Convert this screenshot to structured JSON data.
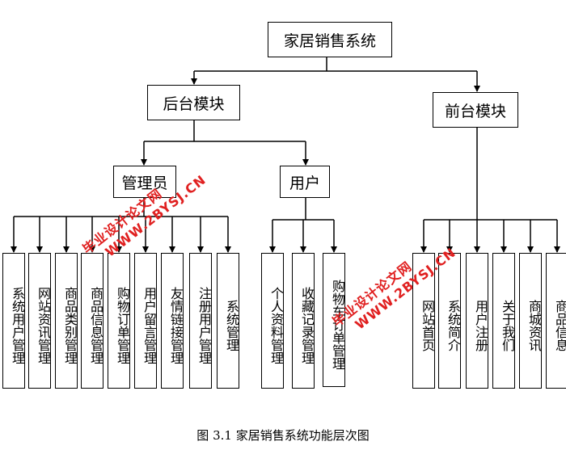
{
  "root": "家居销售系统",
  "backend": {
    "label": "后台模块",
    "groups": [
      {
        "label": "管理员",
        "items": [
          "系统用户管理",
          "网站资讯管理",
          "商品类别管理",
          "商品信息管理",
          "购物订单管理",
          "用户留言管理",
          "友情链接管理",
          "注册用户管理",
          "系统管理"
        ]
      },
      {
        "label": "用户",
        "items": [
          "个人资料管理",
          "收藏记录管理",
          "购物车订单管理"
        ]
      }
    ]
  },
  "frontend": {
    "label": "前台模块",
    "items": [
      "网站首页",
      "系统简介",
      "用户注册",
      "关于我们",
      "商城资讯",
      "商品信息"
    ]
  },
  "watermarks": [
    {
      "line1": "毕业设计论文网",
      "line2": "WWW.2BYSJ.CN"
    },
    {
      "line1": "毕业设计论文网",
      "line2": "WWW.2BYSJ.CN"
    }
  ],
  "caption": "图 3.1  家居销售系统功能层次图"
}
